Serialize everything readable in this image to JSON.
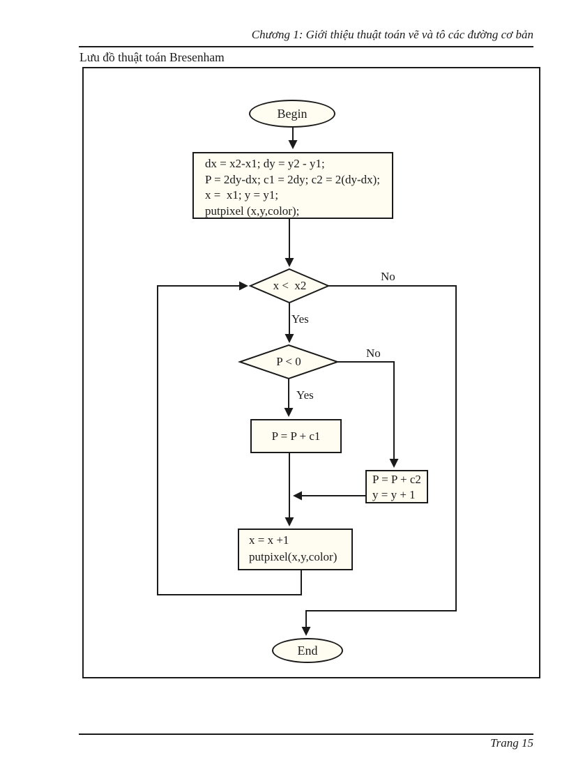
{
  "page": {
    "header_title": "Chương 1: Giới thiệu thuật toán vẽ và tô các đường cơ bản",
    "caption": "Lưu đồ thuật toán Bresenham",
    "page_number": "Trang 15"
  },
  "flowchart": {
    "begin_label": "Begin",
    "end_label": "End",
    "init_lines": [
      "dx = x2-x1; dy = y2 - y1;",
      "P = 2dy-dx; c1 = 2dy; c2 = 2(dy-dx);",
      "x =  x1; y = y1;",
      "putpixel (x,y,color);"
    ],
    "decision_x": "x <  x2",
    "decision_p": "P < 0",
    "yes_x": "Yes",
    "no_x": "No",
    "yes_p": "Yes",
    "no_p": "No",
    "update_p_c1": "P = P + c1",
    "update_p_c2_lines": [
      "P = P + c2",
      "y = y + 1"
    ],
    "increment_lines": [
      "x = x +1",
      "putpixel(x,y,color)"
    ]
  },
  "colors": {
    "ink": "#1a1a1a",
    "shape_fill": "#fffdf2",
    "page_bg": "#ffffff"
  }
}
